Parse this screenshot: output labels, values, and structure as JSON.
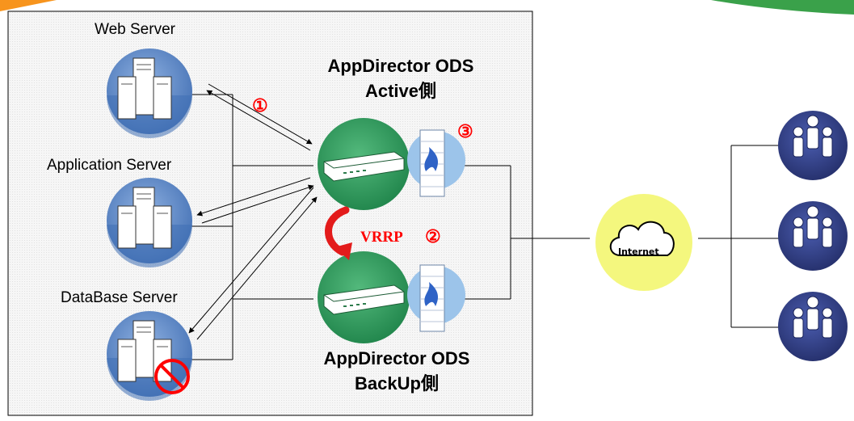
{
  "diagram": {
    "servers": {
      "web": "Web Server",
      "app": "Application Server",
      "db": "DataBase Server"
    },
    "appdirector": {
      "active_line1": "AppDirector ODS",
      "active_line2": "Active側",
      "backup_line1": "AppDirector ODS",
      "backup_line2": "BackUp側"
    },
    "protocol": "VRRP",
    "steps": {
      "one": "①",
      "two": "②",
      "three": "③"
    },
    "internet": "Internet",
    "colors": {
      "server_bg": "#5b86c6",
      "device_bg": "#2e9f5e",
      "firewall_bg": "#87b7e6",
      "internet_bg": "#f4f77e",
      "users_bg": "#2f3d8c",
      "accent": "#ff0000",
      "top_left_bar": "#f7941d",
      "top_right_bar": "#3aa14a"
    },
    "icons": {
      "server": "server-rack-icon",
      "device": "load-balancer-icon",
      "firewall": "firewall-icon",
      "internet": "cloud-icon",
      "users": "user-group-icon",
      "failed": "prohibited-icon"
    }
  }
}
